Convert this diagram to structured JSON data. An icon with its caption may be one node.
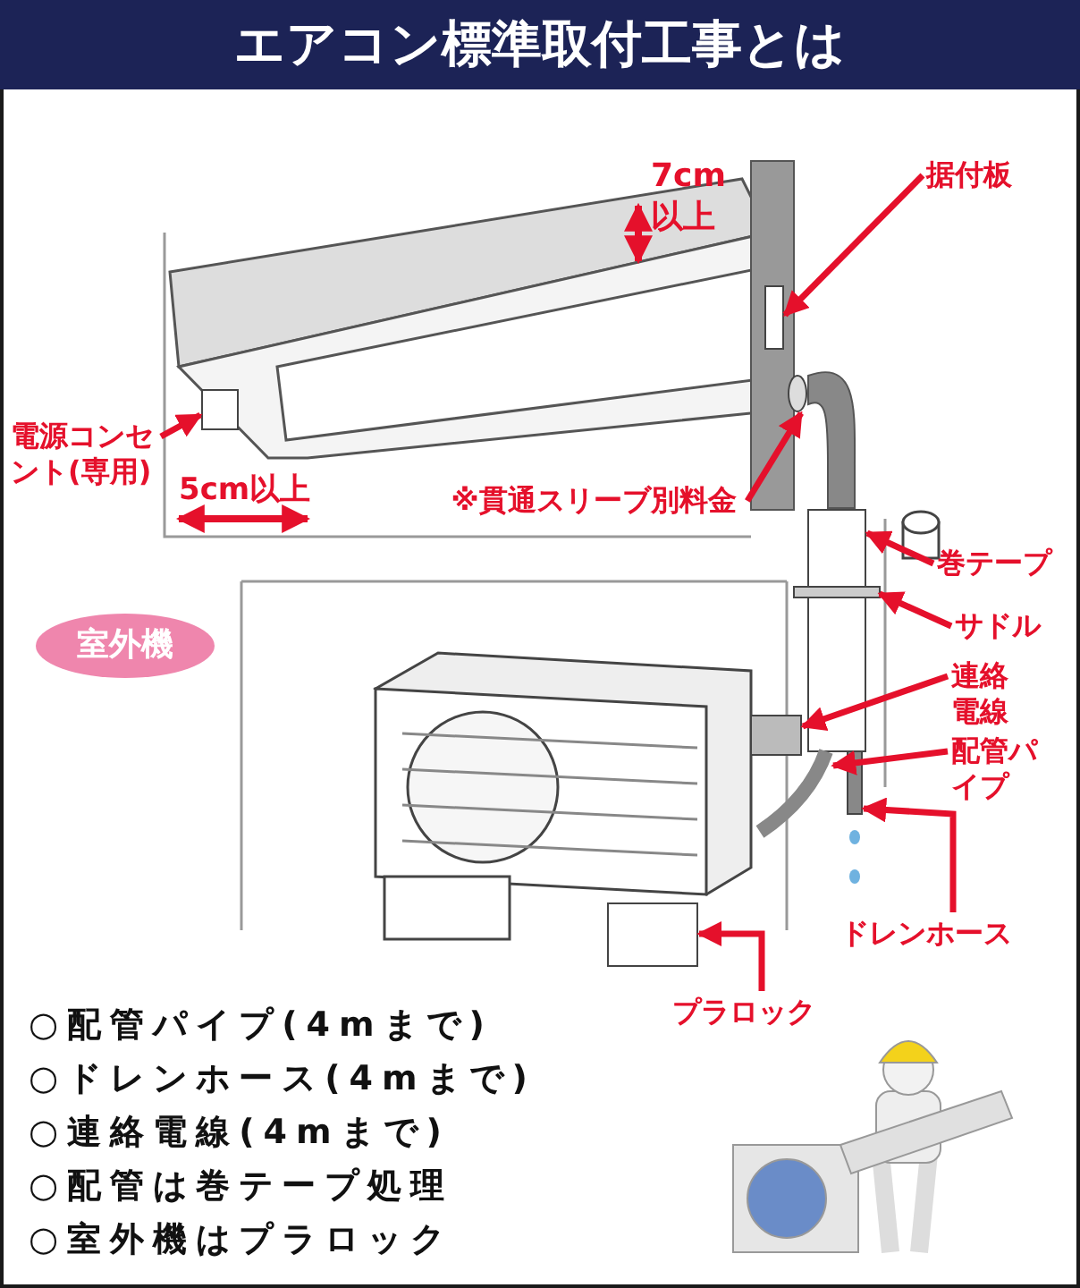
{
  "diagram": {
    "title": "エアコン標準取付工事とは",
    "nodes": [
      {
        "text": [
          "据付板"
        ]
      },
      {
        "text": [
          "電源コンセント(専用)"
        ]
      },
      {
        "text": [
          "※貫通スリーブ別料金"
        ]
      },
      {
        "text": [
          "巻テープ"
        ]
      },
      {
        "text": [
          "室外機"
        ]
      },
      {
        "text": [
          "サドル"
        ]
      },
      {
        "text": [
          "連絡電線"
        ]
      },
      {
        "text": [
          "配管パイプ"
        ]
      },
      {
        "text": [
          "ドレンホース"
        ]
      },
      {
        "text": [
          "プラロック"
        ]
      },
      {
        "text": [],
        "shape": "box"
      },
      {
        "text": [],
        "shape": "box"
      },
      {
        "text": [],
        "shape": "circle"
      },
      {
        "text": [],
        "shape": "box"
      },
      {
        "text": [],
        "shape": "bar"
      },
      {
        "text": [],
        "shape": "box"
      },
      {
        "text": [],
        "shape": "picture"
      },
      {
        "text": [],
        "shape": "bar"
      },
      {
        "text": [],
        "shape": "box"
      }
    ],
    "edges": [
      {
        "from": 0,
        "to": 10,
        "arrow": "to"
      },
      {
        "from": 1,
        "to": 11,
        "arrow": "to"
      },
      {
        "from": 2,
        "to": 12,
        "arrow": "to"
      },
      {
        "from": 3,
        "to": 13,
        "arrow": "to"
      },
      {
        "from": 5,
        "to": 14,
        "arrow": "to"
      },
      {
        "from": 6,
        "to": 15,
        "arrow": "to"
      },
      {
        "from": 7,
        "to": 16,
        "arrow": "to"
      },
      {
        "from": 8,
        "to": 17,
        "arrow": "to"
      },
      {
        "from": 9,
        "to": 18,
        "arrow": "to"
      }
    ],
    "labels": [
      "7cm以上",
      "5cm以上",
      "○配管パイプ(4mまで)",
      "○ドレンホース(4mまで)",
      "○連絡電線(4mまで)",
      "○配管は巻テープ処理",
      "○室外機はプラロック"
    ]
  }
}
